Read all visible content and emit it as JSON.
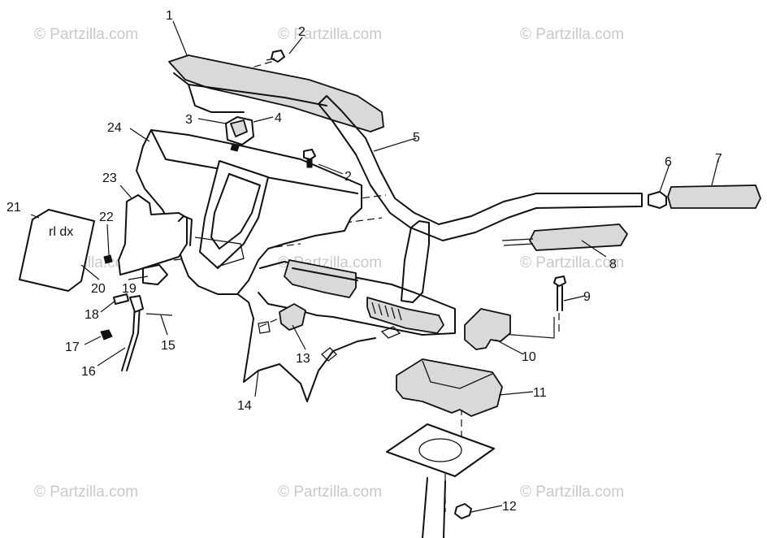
{
  "watermark": "© Partzilla.com",
  "callouts": [
    "1",
    "2",
    "2",
    "3",
    "4",
    "5",
    "6",
    "7",
    "8",
    "9",
    "10",
    "11",
    "12",
    "13",
    "14",
    "15",
    "16",
    "17",
    "18",
    "19",
    "20",
    "21",
    "22",
    "23",
    "24"
  ],
  "plate_text": "rl dx"
}
